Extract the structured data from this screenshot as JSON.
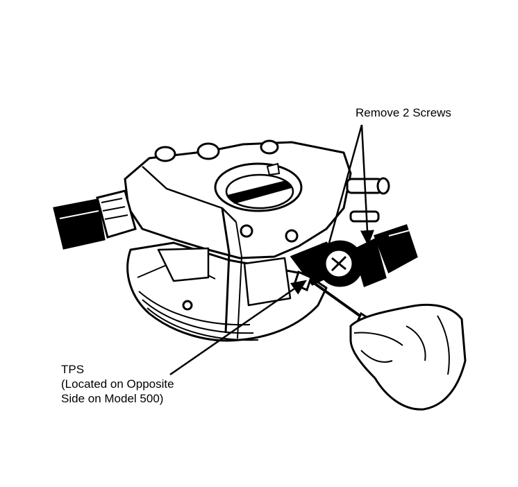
{
  "callouts": {
    "remove_screws": "Remove 2 Screws",
    "tps": {
      "line1": "TPS",
      "line2": "(Located on Opposite",
      "line3": "Side on Model 500)"
    }
  }
}
